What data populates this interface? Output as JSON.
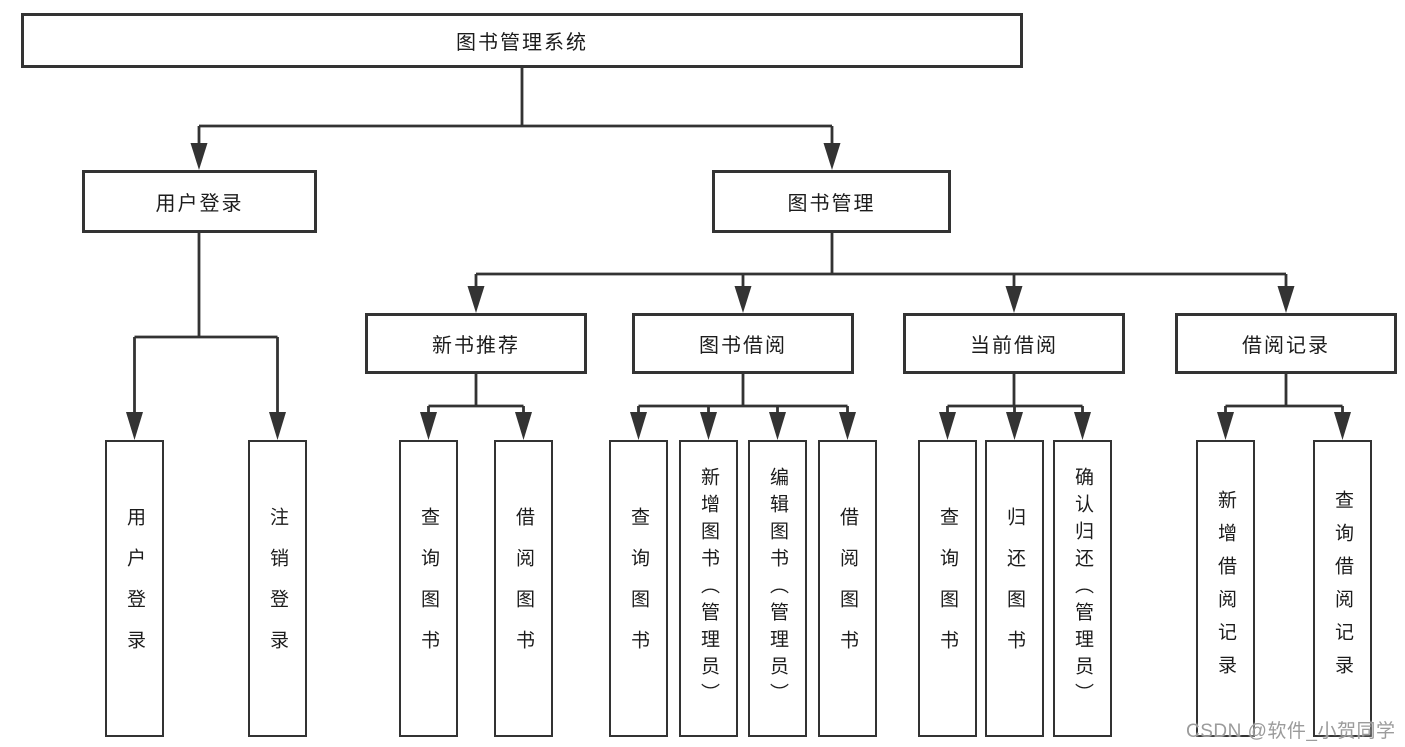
{
  "root": {
    "label": "图书管理系统"
  },
  "level2": [
    {
      "label": "用户登录"
    },
    {
      "label": "图书管理"
    }
  ],
  "level3": [
    {
      "label": "新书推荐"
    },
    {
      "label": "图书借阅"
    },
    {
      "label": "当前借阅"
    },
    {
      "label": "借阅记录"
    }
  ],
  "leaves": {
    "userLogin": [
      {
        "label": "用户登录"
      },
      {
        "label": "注销登录"
      }
    ],
    "newBooks": [
      {
        "label": "查询图书"
      },
      {
        "label": "借阅图书"
      }
    ],
    "bookBorrow": [
      {
        "label": "查询图书"
      },
      {
        "label": "新增图书（管理员）"
      },
      {
        "label": "编辑图书（管理员）"
      },
      {
        "label": "借阅图书"
      }
    ],
    "currentBorrow": [
      {
        "label": "查询图书"
      },
      {
        "label": "归还图书"
      },
      {
        "label": "确认归还（管理员）"
      }
    ],
    "borrowRecords": [
      {
        "label": "新增借阅记录"
      },
      {
        "label": "查询借阅记录"
      }
    ]
  },
  "watermark": {
    "text": "CSDN @软件_小贺同学"
  },
  "colors": {
    "line": "#333333",
    "box_border": "#333333",
    "text": "#1c1c1c",
    "watermark": "#9b9b9b",
    "background": "#ffffff"
  }
}
